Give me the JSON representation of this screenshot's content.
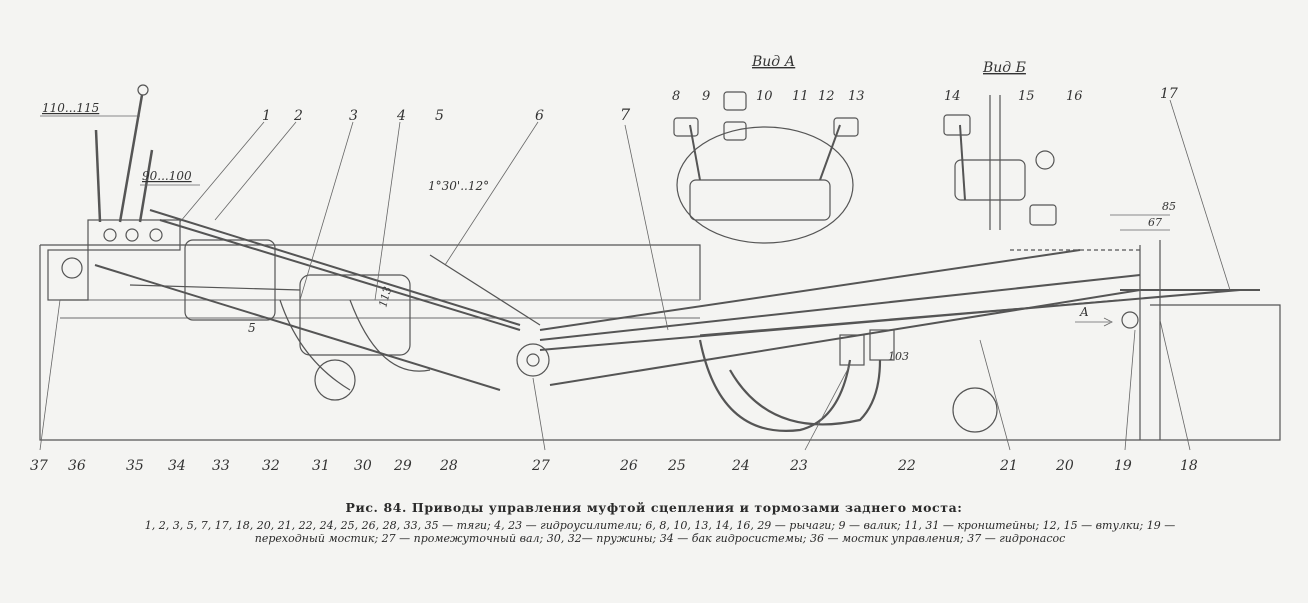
{
  "views": {
    "a": "Вид А",
    "b": "Вид Б"
  },
  "dimensions": {
    "lever_travel": "110...115",
    "pedal_travel": "90...100",
    "angle": "1°30'..12°",
    "d113": "113",
    "d5": "5",
    "d103": "103",
    "d85": "85",
    "d67": "67",
    "arrow_a": "A"
  },
  "top_labels": [
    {
      "id": "l1",
      "text": "1"
    },
    {
      "id": "l2",
      "text": "2"
    },
    {
      "id": "l3",
      "text": "3"
    },
    {
      "id": "l4",
      "text": "4"
    },
    {
      "id": "l5",
      "text": "5"
    },
    {
      "id": "l6",
      "text": "6"
    },
    {
      "id": "l7",
      "text": "7"
    },
    {
      "id": "l8",
      "text": "8"
    },
    {
      "id": "l9",
      "text": "9"
    },
    {
      "id": "l10",
      "text": "10"
    },
    {
      "id": "l11",
      "text": "11"
    },
    {
      "id": "l12",
      "text": "12"
    },
    {
      "id": "l13",
      "text": "13"
    },
    {
      "id": "l14",
      "text": "14"
    },
    {
      "id": "l15",
      "text": "15"
    },
    {
      "id": "l16",
      "text": "16"
    },
    {
      "id": "l17",
      "text": "17"
    }
  ],
  "bottom_labels": [
    {
      "id": "l37",
      "text": "37"
    },
    {
      "id": "l36",
      "text": "36"
    },
    {
      "id": "l35",
      "text": "35"
    },
    {
      "id": "l34",
      "text": "34"
    },
    {
      "id": "l33",
      "text": "33"
    },
    {
      "id": "l32",
      "text": "32"
    },
    {
      "id": "l31",
      "text": "31"
    },
    {
      "id": "l30",
      "text": "30"
    },
    {
      "id": "l29",
      "text": "29"
    },
    {
      "id": "l28",
      "text": "28"
    },
    {
      "id": "l27",
      "text": "27"
    },
    {
      "id": "l26",
      "text": "26"
    },
    {
      "id": "l25",
      "text": "25"
    },
    {
      "id": "l24",
      "text": "24"
    },
    {
      "id": "l23",
      "text": "23"
    },
    {
      "id": "l22",
      "text": "22"
    },
    {
      "id": "l21",
      "text": "21"
    },
    {
      "id": "l20",
      "text": "20"
    },
    {
      "id": "l19",
      "text": "19"
    },
    {
      "id": "l18",
      "text": "18"
    }
  ],
  "caption": {
    "title": "Рис. 84. Приводы управления муфтой сцепления и тормозами заднего моста:",
    "line1": "1, 2, 3, 5, 7, 17, 18, 20, 21, 22, 24, 25, 26, 28, 33, 35 — тяги; 4, 23 — гидроусилители; 6, 8, 10, 13, 14, 16, 29 — рычаги; 9 — валик; 11, 31 — кронштейны; 12, 15 — втулки; 19 — переходный мостик; 27 — промежуточный вал; 30, 32— пружины; 34 — бак гидросистемы; 36 — мостик управления; 37 — гидронасос"
  }
}
